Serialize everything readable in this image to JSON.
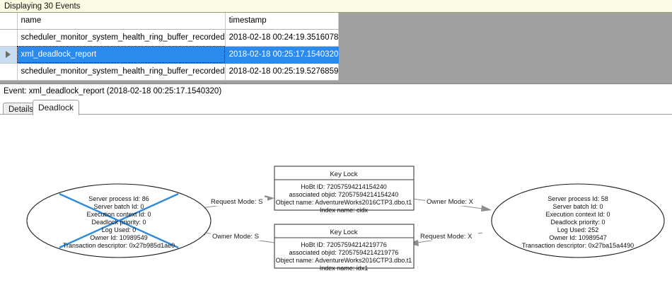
{
  "banner": {
    "text": "Displaying 30 Events"
  },
  "grid": {
    "columns": [
      "",
      "name",
      "timestamp"
    ],
    "rows": [
      {
        "selector": "",
        "name": "scheduler_monitor_system_health_ring_buffer_recorded",
        "timestamp": "2018-02-18 00:24:19.3516078",
        "selected": false
      },
      {
        "selector": "row-selector-arrow",
        "name": "xml_deadlock_report",
        "timestamp": "2018-02-18 00:25:17.1540320",
        "selected": true
      },
      {
        "selector": "",
        "name": "scheduler_monitor_system_health_ring_buffer_recorded",
        "timestamp": "2018-02-18 00:25:19.5276859",
        "selected": false
      }
    ]
  },
  "event_header": {
    "text": "Event: xml_deadlock_report (2018-02-18 00:25:17.1540320)"
  },
  "tabs": [
    {
      "label": "Details",
      "active": false
    },
    {
      "label": "Deadlock",
      "active": true
    }
  ],
  "deadlock_graph": {
    "victim_marker_color": "#2e8bdc",
    "processes": [
      {
        "id": "process-left",
        "is_victim": true,
        "lines": [
          "Server process Id: 86",
          "Server batch Id: 0",
          "Execution context Id: 0",
          "Deadlock priority: 0",
          "Log Used: 0",
          "Owner Id: 10989549",
          "Transaction descriptor: 0x27b985d1ae0"
        ]
      },
      {
        "id": "process-right",
        "is_victim": false,
        "lines": [
          "Server process Id: 58",
          "Server batch Id: 0",
          "Execution context Id: 0",
          "Deadlock priority: 0",
          "Log Used: 252",
          "Owner Id: 10989547",
          "Transaction descriptor: 0x27ba15a4490"
        ]
      }
    ],
    "resources": [
      {
        "id": "keylock-top",
        "title": "Key Lock",
        "lines": [
          "HoBt ID: 72057594214154240",
          "associated objid: 72057594214154240",
          "Object name: AdventureWorks2016CTP3.dbo.t1",
          "Index name: cidx"
        ]
      },
      {
        "id": "keylock-bottom",
        "title": "Key Lock",
        "lines": [
          "HoBt ID: 72057594214219776",
          "associated objid: 72057594214219776",
          "Object name: AdventureWorks2016CTP3.dbo.t1",
          "Index name: idx1"
        ]
      }
    ],
    "edges": [
      {
        "id": "edge-left-request-top",
        "label": "Request Mode: S"
      },
      {
        "id": "edge-top-owner-right",
        "label": "Owner Mode: X"
      },
      {
        "id": "edge-bottom-owner-left",
        "label": "Owner Mode: S"
      },
      {
        "id": "edge-right-request-bottom",
        "label": "Request Mode: X"
      }
    ]
  }
}
